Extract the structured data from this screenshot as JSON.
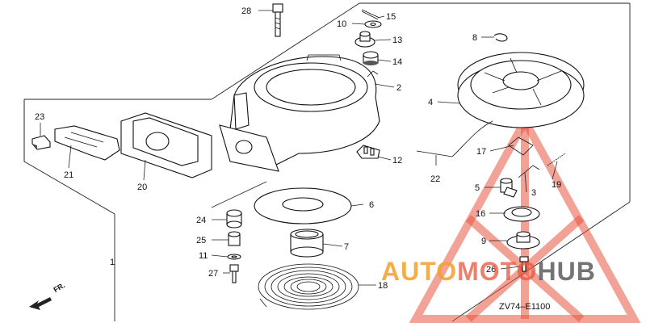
{
  "diagram": {
    "code": "ZV74–E1100",
    "direction_label": "FR.",
    "watermark": {
      "part1": "AUTO",
      "part2": "MOTO",
      "part3": "HUB"
    },
    "callouts": [
      {
        "id": "1",
        "label": "1"
      },
      {
        "id": "2",
        "label": "2"
      },
      {
        "id": "3",
        "label": "3"
      },
      {
        "id": "4",
        "label": "4"
      },
      {
        "id": "5",
        "label": "5"
      },
      {
        "id": "6",
        "label": "6"
      },
      {
        "id": "7",
        "label": "7"
      },
      {
        "id": "8",
        "label": "8"
      },
      {
        "id": "9",
        "label": "9"
      },
      {
        "id": "10",
        "label": "10"
      },
      {
        "id": "11",
        "label": "11"
      },
      {
        "id": "12",
        "label": "12"
      },
      {
        "id": "13",
        "label": "13"
      },
      {
        "id": "14",
        "label": "14"
      },
      {
        "id": "15",
        "label": "15"
      },
      {
        "id": "16",
        "label": "16"
      },
      {
        "id": "17",
        "label": "17"
      },
      {
        "id": "18",
        "label": "18"
      },
      {
        "id": "19",
        "label": "19"
      },
      {
        "id": "20",
        "label": "20"
      },
      {
        "id": "21",
        "label": "21"
      },
      {
        "id": "22",
        "label": "22"
      },
      {
        "id": "23",
        "label": "23"
      },
      {
        "id": "24",
        "label": "24"
      },
      {
        "id": "25",
        "label": "25"
      },
      {
        "id": "26",
        "label": "26"
      },
      {
        "id": "27",
        "label": "27"
      },
      {
        "id": "28",
        "label": "28"
      }
    ]
  }
}
